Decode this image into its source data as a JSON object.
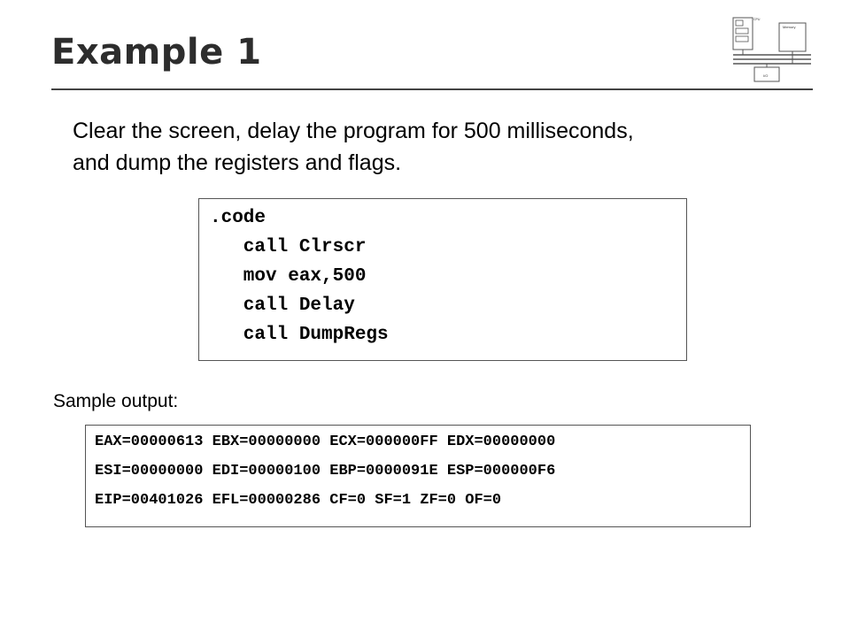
{
  "slide": {
    "title": "Example 1",
    "intro_lines": [
      "Clear the screen, delay the program for 500 milliseconds,",
      "and dump the registers and flags."
    ],
    "code_lines": [
      ".code",
      "   call Clrscr",
      "   mov eax,500",
      "   call Delay",
      "   call DumpRegs"
    ],
    "sample_label": "Sample output:",
    "output_lines": [
      "EAX=00000613 EBX=00000000 ECX=000000FF EDX=00000000",
      "ESI=00000000 EDI=00000100 EBP=0000091E ESP=000000F6",
      "EIP=00401026 EFL=00000286 CF=0 SF=1 ZF=0 OF=0"
    ]
  },
  "logo": {
    "labels": {
      "cpu": "CPU",
      "memory": "Memory",
      "io": "I/O"
    }
  }
}
